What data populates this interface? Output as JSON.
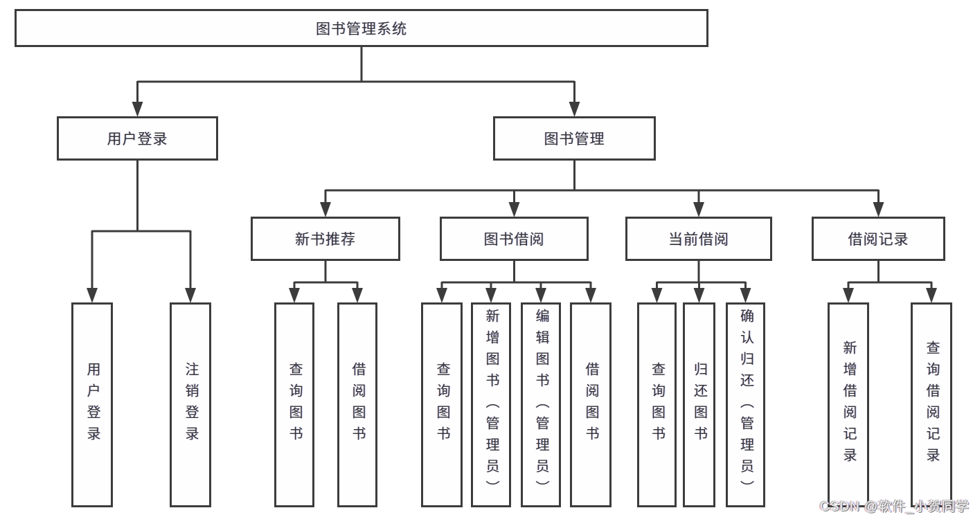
{
  "diagram": {
    "line_color": "#3c3c3c",
    "root": {
      "label": "图书管理系统"
    },
    "level2": [
      {
        "label": "用户登录"
      },
      {
        "label": "图书管理"
      }
    ],
    "level3": [
      {
        "label": "新书推荐"
      },
      {
        "label": "图书借阅"
      },
      {
        "label": "当前借阅"
      },
      {
        "label": "借阅记录"
      }
    ],
    "leaves": {
      "user_login": [
        {
          "label": "用户登录"
        },
        {
          "label": "注销登录"
        }
      ],
      "new_book": [
        {
          "label": "查询图书"
        },
        {
          "label": "借阅图书"
        }
      ],
      "book_borrow": [
        {
          "label": "查询图书"
        },
        {
          "label": "新增图书（管理员）"
        },
        {
          "label": "编辑图书（管理员）"
        },
        {
          "label": "借阅图书"
        }
      ],
      "current_borrow": [
        {
          "label": "查询图书"
        },
        {
          "label": "归还图书"
        },
        {
          "label": "确认归还（管理员）"
        }
      ],
      "borrow_record": [
        {
          "label": "新增借阅记录"
        },
        {
          "label": "查询借阅记录"
        }
      ]
    },
    "watermark": "CSDN @软件_小贺同学"
  }
}
